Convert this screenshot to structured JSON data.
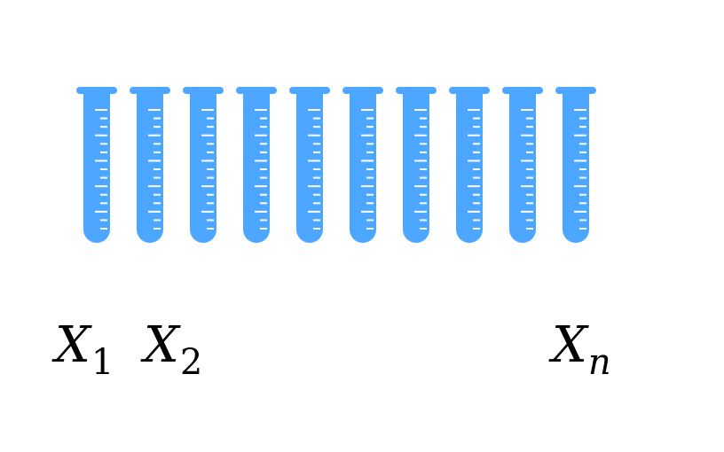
{
  "diagram": {
    "tube_count": 10,
    "tube_color": "#4DA6FF",
    "tick_color": "#FFFFFF",
    "tube_icon": "test-tube-icon",
    "labels": [
      {
        "letter": "X",
        "subscript": "1",
        "subscript_italic": false
      },
      {
        "letter": "X",
        "subscript": "2",
        "subscript_italic": false
      },
      {
        "letter": "X",
        "subscript": "n",
        "subscript_italic": true
      }
    ]
  }
}
